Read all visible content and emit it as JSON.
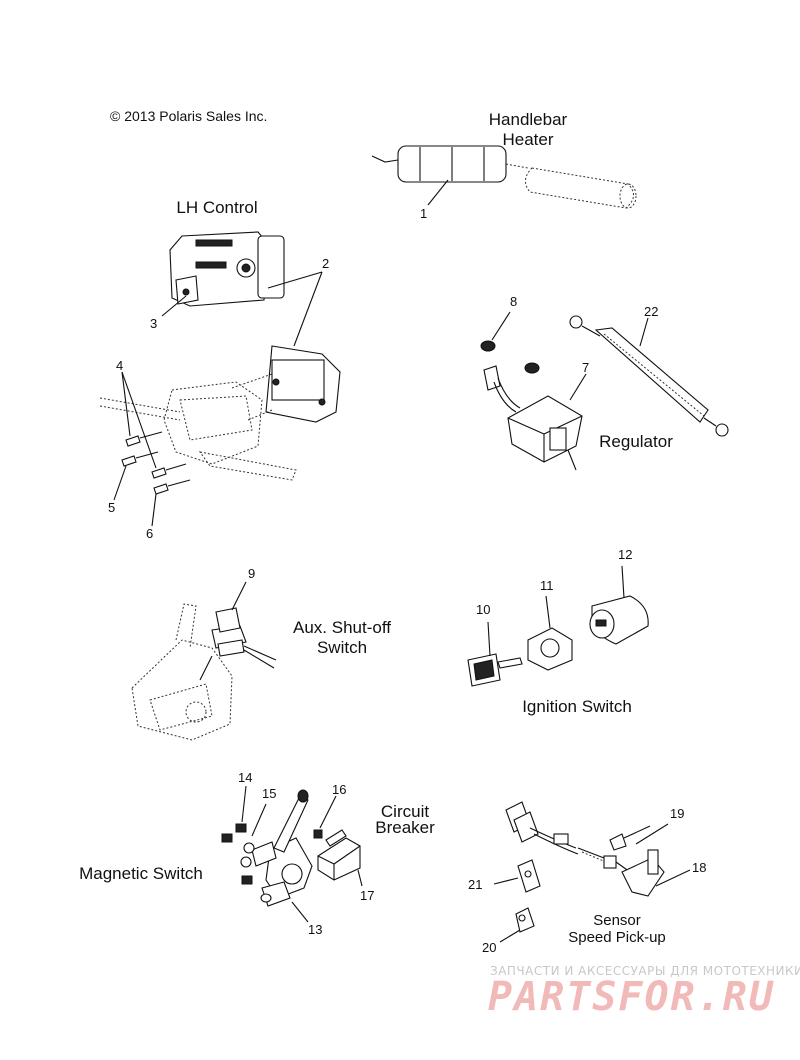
{
  "copyright": "© 2013 Polaris Sales Inc.",
  "groups": {
    "handlebar_heater": [
      "Handlebar",
      "Heater"
    ],
    "lh_control": "LH Control",
    "regulator": "Regulator",
    "aux_shutoff": [
      "Aux. Shut-off",
      "Switch"
    ],
    "ignition_switch": "Ignition Switch",
    "circuit_breaker": [
      "Circuit",
      "Breaker"
    ],
    "magnetic_switch": "Magnetic Switch",
    "sensor": [
      "Sensor",
      "Speed Pick-up"
    ]
  },
  "callouts": {
    "n1": "1",
    "n2": "2",
    "n3": "3",
    "n4": "4",
    "n5": "5",
    "n6": "6",
    "n7": "7",
    "n8": "8",
    "n9": "9",
    "n10": "10",
    "n11": "11",
    "n12": "12",
    "n13": "13",
    "n14": "14",
    "n15": "15",
    "n16": "16",
    "n17": "17",
    "n18": "18",
    "n19": "19",
    "n20": "20",
    "n21": "21",
    "n22": "22"
  },
  "watermark": {
    "tagline": "ЗАПЧАСТИ И АКСЕССУАРЫ ДЛЯ МОТОТЕХНИКИ",
    "brand": "PARTSFOR.RU"
  },
  "colors": {
    "line": "#111111",
    "watermark": "#f2b9b9"
  }
}
